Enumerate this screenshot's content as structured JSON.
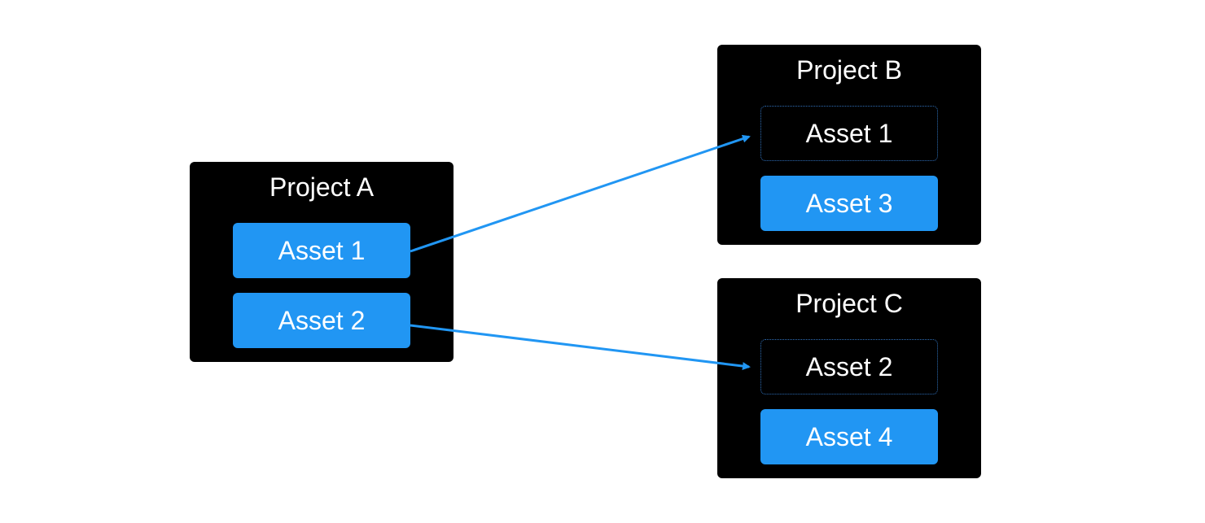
{
  "colors": {
    "accent": "#2196f3",
    "project_bg": "#000000",
    "text": "#ffffff",
    "linked_border": "#2f6fb8"
  },
  "projects": [
    {
      "title": "Project A",
      "assets": [
        {
          "label": "Asset 1",
          "style": "solid"
        },
        {
          "label": "Asset 2",
          "style": "solid"
        }
      ]
    },
    {
      "title": "Project B",
      "assets": [
        {
          "label": "Asset 1",
          "style": "linked"
        },
        {
          "label": "Asset 3",
          "style": "solid"
        }
      ]
    },
    {
      "title": "Project C",
      "assets": [
        {
          "label": "Asset 2",
          "style": "linked"
        },
        {
          "label": "Asset 4",
          "style": "solid"
        }
      ]
    }
  ],
  "links": [
    {
      "from": "Project A / Asset 1",
      "to": "Project B / Asset 1"
    },
    {
      "from": "Project A / Asset 2",
      "to": "Project C / Asset 2"
    }
  ]
}
